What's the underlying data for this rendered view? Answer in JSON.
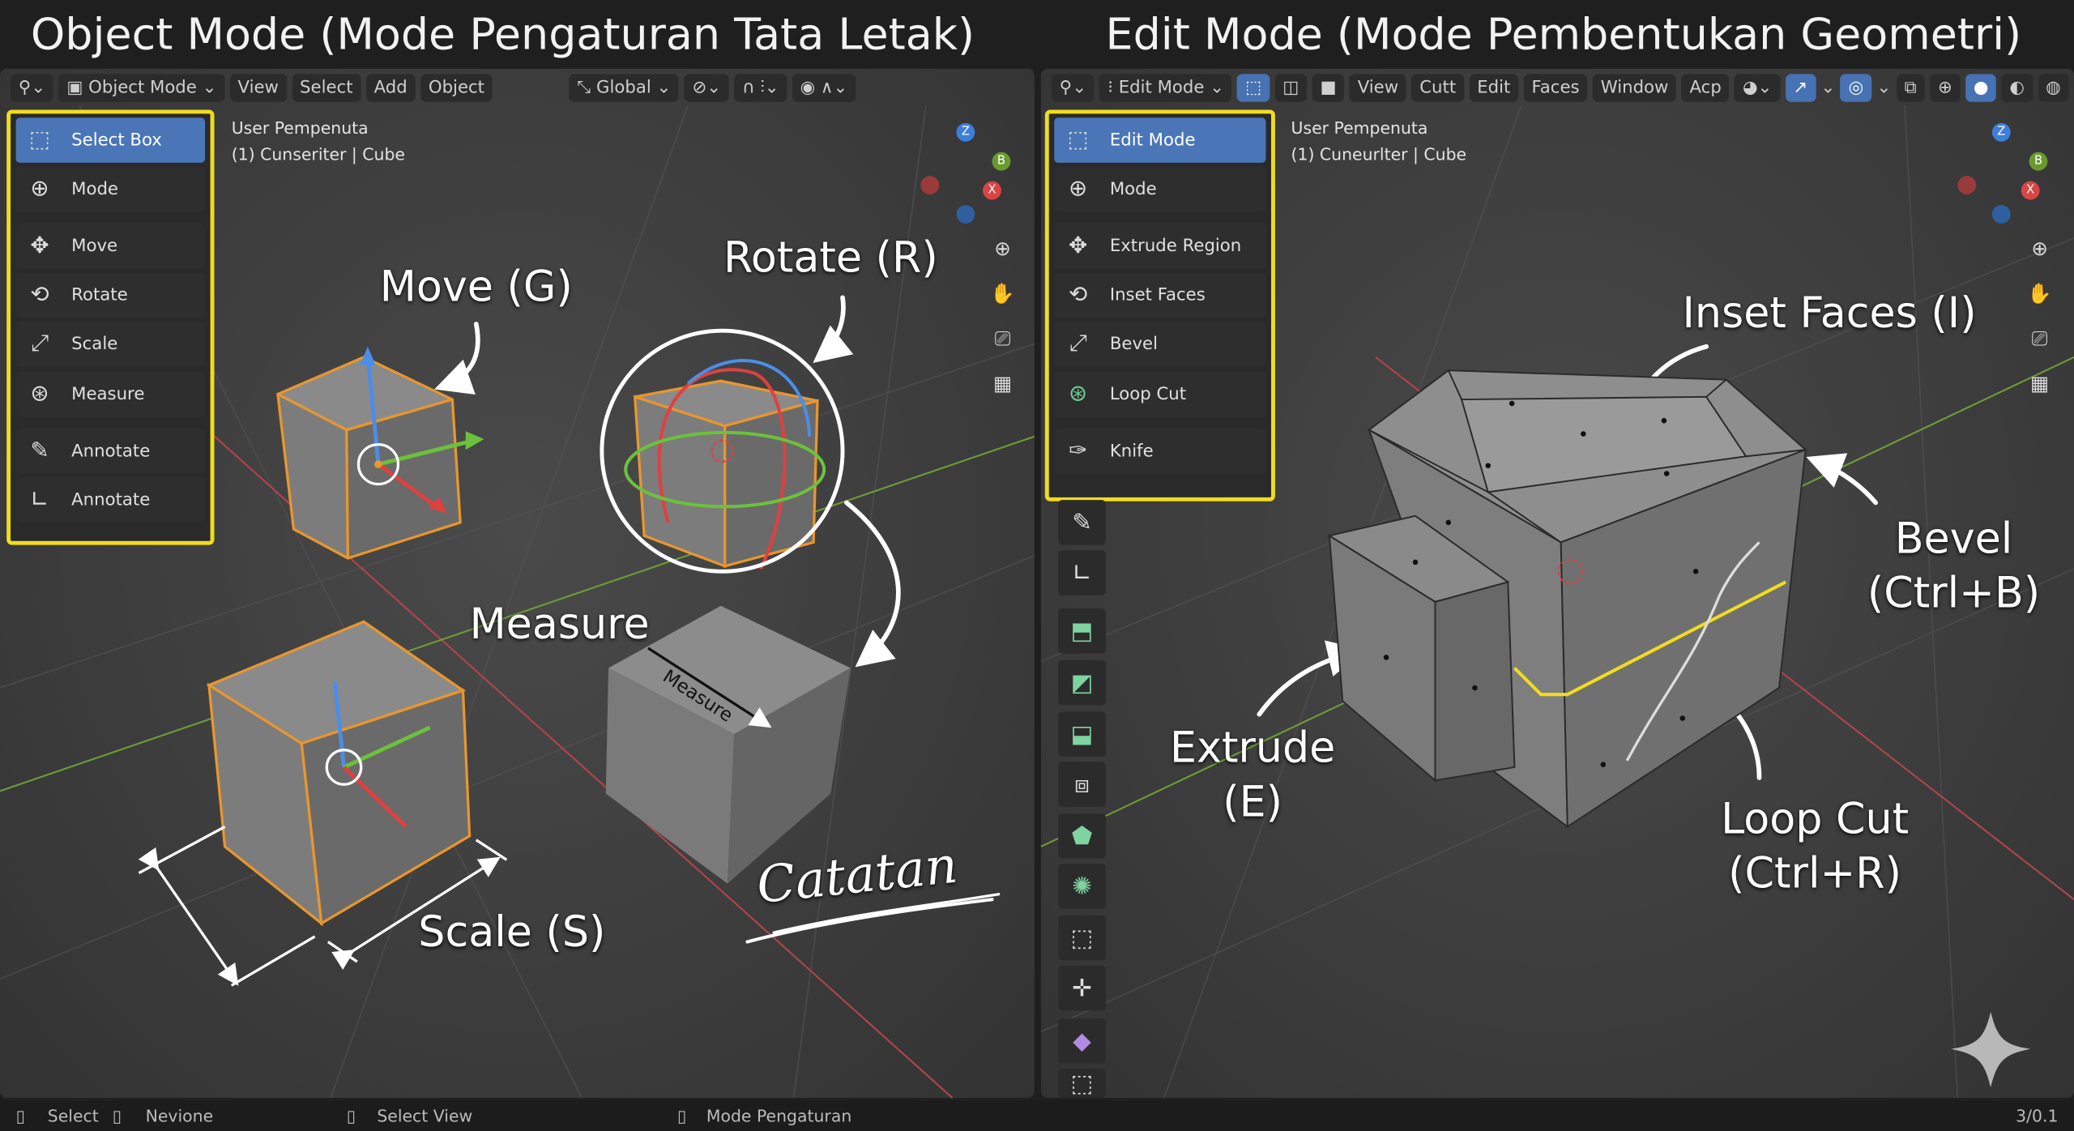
{
  "titles": {
    "left": "Object Mode (Mode Pengaturan Tata Letak)",
    "right": "Edit Mode (Mode Pembentukan Geometri)"
  },
  "left_header": {
    "mode": "Object Mode",
    "menus": [
      "View",
      "Select",
      "Add",
      "Object"
    ],
    "orientation": "Global"
  },
  "right_header": {
    "mode": "Edit Mode",
    "menus": [
      "View",
      "Cutt",
      "Edit",
      "Faces",
      "Window",
      "Acp"
    ]
  },
  "left_info": {
    "view": "User Pempenuta",
    "object": "(1) Cunseriter | Cube"
  },
  "right_info": {
    "view": "User Pempenuta",
    "object": "(1) Cuneurlter | Cube"
  },
  "left_tools": [
    {
      "label": "Select Box",
      "icon": "select-box-icon",
      "active": true
    },
    {
      "label": "Mode",
      "icon": "cursor-icon"
    },
    {
      "label": "Move",
      "icon": "move-icon"
    },
    {
      "label": "Rotate",
      "icon": "rotate-icon"
    },
    {
      "label": "Scale",
      "icon": "scale-icon"
    },
    {
      "label": "Measure",
      "icon": "transform-icon"
    },
    {
      "label": "Annotate",
      "icon": "annotate-icon"
    },
    {
      "label": "Annotate",
      "icon": "measure-icon"
    }
  ],
  "right_tools": [
    {
      "label": "Edit Mode",
      "icon": "select-box-icon",
      "active": true
    },
    {
      "label": "Mode",
      "icon": "cursor-icon"
    },
    {
      "label": "Extrude Region",
      "icon": "move-icon"
    },
    {
      "label": "Inset Faces",
      "icon": "rotate-icon"
    },
    {
      "label": "Bevel",
      "icon": "scale-icon"
    },
    {
      "label": "Loop Cut",
      "icon": "loop-cut-icon"
    },
    {
      "label": "Knife",
      "icon": "knife-icon"
    }
  ],
  "annotations": {
    "move": "Move (G)",
    "rotate": "Rotate (R)",
    "measure": "Measure",
    "measure_inline": "Measure",
    "scale": "Scale (S)",
    "catatan": "Catatan",
    "inset": "Inset Faces (I)",
    "bevel1": "Bevel",
    "bevel2": "(Ctrl+B)",
    "extrude1": "Extrude",
    "extrude2": "(E)",
    "loop1": "Loop Cut",
    "loop2": "(Ctrl+R)"
  },
  "gizmo": {
    "z": "Z",
    "x": "X",
    "y": "B"
  },
  "status": {
    "select": "Select",
    "nevione": "Nevione",
    "select_view": "Select View",
    "mode": "Mode Pengaturan",
    "version": "3/0.1"
  },
  "colors": {
    "accent": "#4a76b8",
    "highlight": "#f0dc20",
    "selected_outline": "#e8962e"
  }
}
